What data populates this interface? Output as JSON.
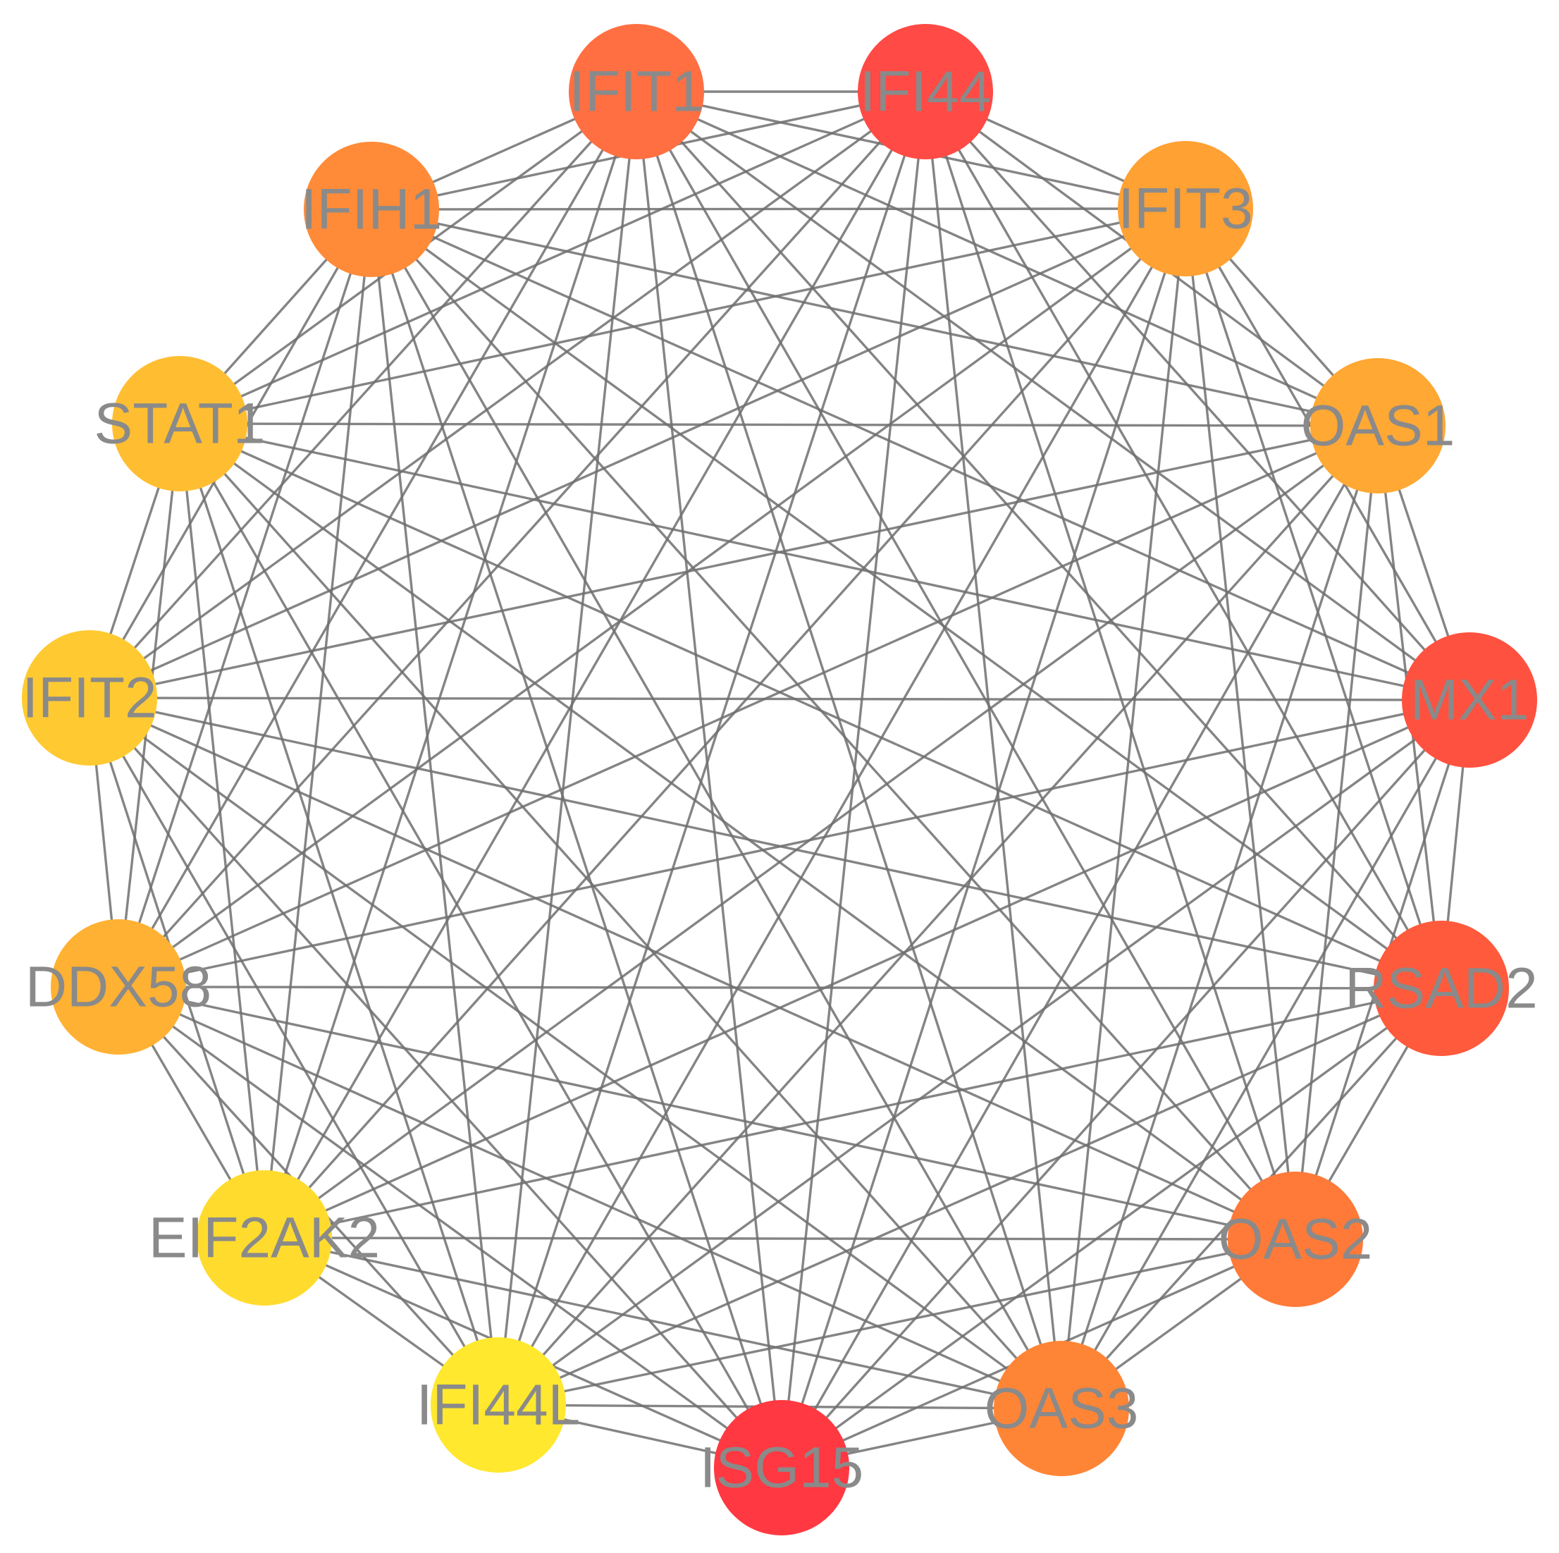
{
  "network": {
    "nodes": [
      {
        "id": "IFIT1",
        "label": "IFIT1",
        "color": "#ff6f42"
      },
      {
        "id": "IFI44",
        "label": "IFI44",
        "color": "#ff4a45"
      },
      {
        "id": "IFIT3",
        "label": "IFIT3",
        "color": "#ffa133"
      },
      {
        "id": "OAS1",
        "label": "OAS1",
        "color": "#ffa834"
      },
      {
        "id": "MX1",
        "label": "MX1",
        "color": "#ff513f"
      },
      {
        "id": "RSAD2",
        "label": "RSAD2",
        "color": "#ff5a3c"
      },
      {
        "id": "OAS2",
        "label": "OAS2",
        "color": "#ff7a38"
      },
      {
        "id": "OAS3",
        "label": "OAS3",
        "color": "#ff8536"
      },
      {
        "id": "ISG15",
        "label": "ISG15",
        "color": "#ff3841"
      },
      {
        "id": "IFI44L",
        "label": "IFI44L",
        "color": "#ffe82e"
      },
      {
        "id": "EIF2AK2",
        "label": "EIF2AK2",
        "color": "#ffdb2e"
      },
      {
        "id": "DDX58",
        "label": "DDX58",
        "color": "#ffb133"
      },
      {
        "id": "IFIT2",
        "label": "IFIT2",
        "color": "#ffca31"
      },
      {
        "id": "STAT1",
        "label": "STAT1",
        "color": "#ffbe32"
      },
      {
        "id": "IFIH1",
        "label": "IFIH1",
        "color": "#ff8b38"
      }
    ],
    "fully_connected": true,
    "edge_color": "#6e6e6e",
    "label_color": "#8a8a8a"
  }
}
